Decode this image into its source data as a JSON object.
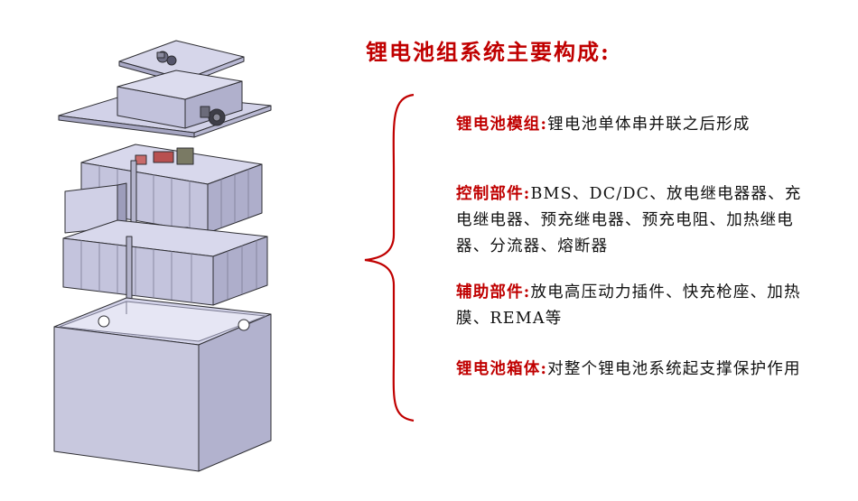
{
  "title": "锂电池组系统主要构成:",
  "items": [
    {
      "head": "锂电池模组:",
      "text": "锂电池单体串并联之后形成"
    },
    {
      "head": "控制部件:",
      "text": "BMS、DC/DC、放电继电器器、充电继电器、预充继电器、预充电阻、加热继电器、分流器、熔断器"
    },
    {
      "head": "辅助部件:",
      "text": "放电高压动力插件、快充枪座、加热膜、REMA等"
    },
    {
      "head": "锂电池箱体:",
      "text": "对整个锂电池系统起支撑保护作用"
    }
  ],
  "colors": {
    "accent": "#c00000",
    "body_text": "#111111",
    "metal": "#cfcfe6",
    "outline": "#333333"
  }
}
